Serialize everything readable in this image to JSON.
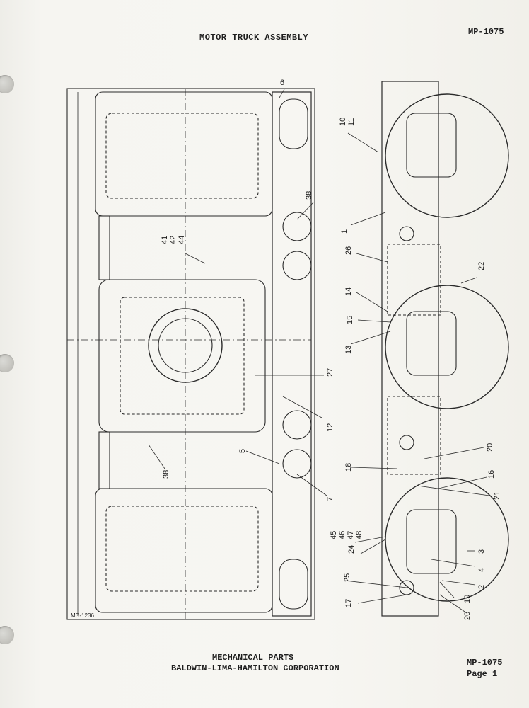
{
  "header": {
    "title": "MOTOR TRUCK ASSEMBLY",
    "doc_number": "MP-1075"
  },
  "drawing": {
    "drawing_number": "MD-1236",
    "callouts": {
      "c6": "6",
      "c10": "10",
      "c11": "11",
      "c1": "1",
      "c38a": "38",
      "c41": "41",
      "c42": "42",
      "c44": "44",
      "c26": "26",
      "c22": "22",
      "c14": "14",
      "c15": "15",
      "c13": "13",
      "c27": "27",
      "c12": "12",
      "c5": "5",
      "c38b": "38",
      "c7": "7",
      "c20a": "20",
      "c18": "18",
      "c16": "16",
      "c21": "21",
      "c45": "45",
      "c46": "46",
      "c47": "47",
      "c48": "48",
      "c24": "24",
      "c3": "3",
      "c4": "4",
      "c25": "25",
      "c2": "2",
      "c17": "17",
      "c19": "19",
      "c20b": "20"
    }
  },
  "footer": {
    "line1": "MECHANICAL PARTS",
    "line2": "BALDWIN-LIMA-HAMILTON CORPORATION",
    "doc_number": "MP-1075",
    "page": "Page 1"
  }
}
